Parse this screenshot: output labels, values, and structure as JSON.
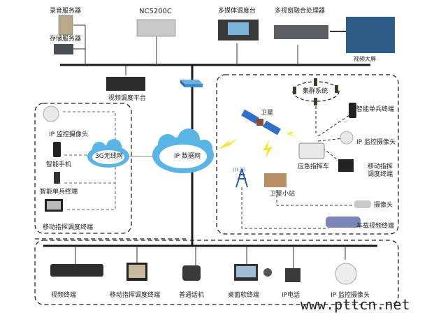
{
  "top": {
    "recording_server": "录音服务器",
    "storage_server": "存储服务器",
    "nc5200c": "NC5200C",
    "multimedia_console": "多媒体调度台",
    "multiwindow_processor": "多视窗融合处理器",
    "video_wall": "视频大屏",
    "video_dispatch_platform": "视频调度平台"
  },
  "left_group": {
    "ip_camera": "IP 监控摄像头",
    "smartphone": "智能手机",
    "network_3g": "3G无线网",
    "single_soldier_terminal": "智能单兵终端",
    "mobile_dispatch_terminal": "移动指挥调度终端"
  },
  "center": {
    "ip_network": "IP 数据网"
  },
  "right_group": {
    "trunking_system": "集群系统",
    "satellite": "卫星",
    "single_soldier_terminal": "智能单兵终端",
    "ip_camera": "IP 监控摄像头",
    "emergency_vehicle": "应急指挥车",
    "mobile_dispatch_terminal_line1": "移动指挥",
    "mobile_dispatch_terminal_line2": "调度终端",
    "satellite_station": "卫星小站",
    "camera": "摄像头",
    "vehicle_video_terminal": "车载视频终端"
  },
  "bottom_group": {
    "video_terminal": "视频终端",
    "mobile_dispatch_terminal": "移动指挥调度终端",
    "phone": "普通话机",
    "desktop_soft_terminal": "桌面软终端",
    "ip_phone": "IP电话",
    "ip_camera": "IP 监控摄像头"
  },
  "watermark": "www.pttcn.net",
  "colors": {
    "cloud": "#5ab4e5",
    "lightning": "#f5e31c",
    "tower": "#2a5aa8",
    "switch": "#3f8fd0",
    "line": "#1a1a1a"
  }
}
